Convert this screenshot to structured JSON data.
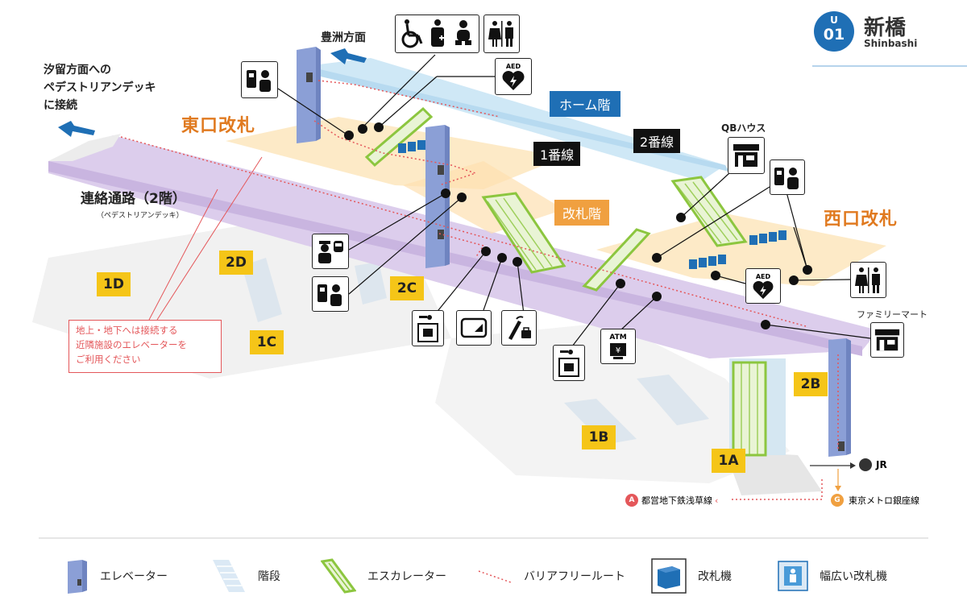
{
  "station": {
    "line_letter": "U",
    "number": "01",
    "name_ja": "新橋",
    "name_en": "Shinbashi"
  },
  "labels": {
    "toyosu_direction": "豊洲方面",
    "shiodome_direction": [
      "汐留方面への",
      "ペデストリアンデッキ",
      "に接続"
    ],
    "east_gate": "東口改札",
    "west_gate": "西口改札",
    "home_floor": "ホーム階",
    "track1": "1番線",
    "track2": "2番線",
    "gate_floor": "改札階",
    "corridor": "連絡通路（2階）",
    "corridor_sub": "（ペデストリアンデッキ）",
    "qb_house": "QBハウス",
    "family_mart": "ファミリーマート",
    "note": [
      "地上・地下へは接続する",
      "近隣施設のエレベーターを",
      "ご利用ください"
    ],
    "jr": "JR",
    "asakusa_line": "都営地下鉄浅草線",
    "ginza_line": "東京メトロ銀座線",
    "asakusa_badge": "A",
    "ginza_badge": "G",
    "aed": "AED",
    "atm": "ATM"
  },
  "exits": [
    "1D",
    "2D",
    "2C",
    "1C",
    "1B",
    "1A",
    "2B"
  ],
  "legend": [
    {
      "icon": "elevator-icon",
      "label": "エレベーター"
    },
    {
      "icon": "stairs-icon",
      "label": "階段"
    },
    {
      "icon": "escalator-icon",
      "label": "エスカレーター"
    },
    {
      "icon": "barrier-free-route-icon",
      "label": "バリアフリールート"
    },
    {
      "icon": "ticket-gate-icon",
      "label": "改札機"
    },
    {
      "icon": "wide-ticket-gate-icon",
      "label": "幅広い改札機"
    }
  ],
  "colors": {
    "line_blue": "#1f6fb5",
    "gate_orange": "#e07a20",
    "corridor_purple": "#d9c8ea",
    "concourse_yellow": "#fbe6c3",
    "platform_blue": "#cfe6f5",
    "escalator_green": "#8cc63f",
    "route_red": "#e4575a",
    "exit_yellow": "#f5c518"
  }
}
